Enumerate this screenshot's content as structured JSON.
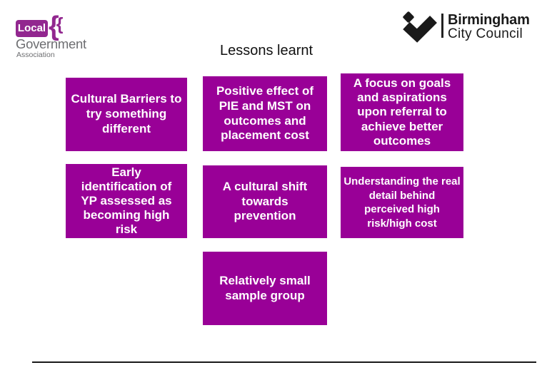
{
  "slide": {
    "title": "Lessons learnt"
  },
  "logos": {
    "lga": {
      "badge": "Local",
      "name": "Government",
      "subname": "Association",
      "brace_glyph_large": "{",
      "brace_glyph_small": "{",
      "purple": "#92278F",
      "gray": "#6D6E71"
    },
    "bcc": {
      "name": "Birmingham",
      "subname": "City Council",
      "black": "#1A1A1A"
    }
  },
  "colors": {
    "box_background": "#990097",
    "box_text": "#FFFFFF",
    "title_text": "#111111",
    "bottom_rule": "#1A1A1A"
  },
  "boxes": [
    {
      "name": "cultural-barriers",
      "text": "Cultural Barriers to try something different"
    },
    {
      "name": "positive-effect-pie-mst",
      "text": "Positive effect of PIE and MST on outcomes and placement cost"
    },
    {
      "name": "focus-on-goals",
      "text": "A focus on goals and aspirations upon referral to achieve better outcomes"
    },
    {
      "name": "early-identification",
      "text": "Early identification of YP assessed as becoming high risk"
    },
    {
      "name": "cultural-shift",
      "text": "A cultural shift towards prevention"
    },
    {
      "name": "understanding-detail",
      "text": "Understanding the real detail behind perceived high risk/high cost"
    },
    {
      "name": "small-sample-group",
      "text": "Relatively small sample group"
    }
  ]
}
